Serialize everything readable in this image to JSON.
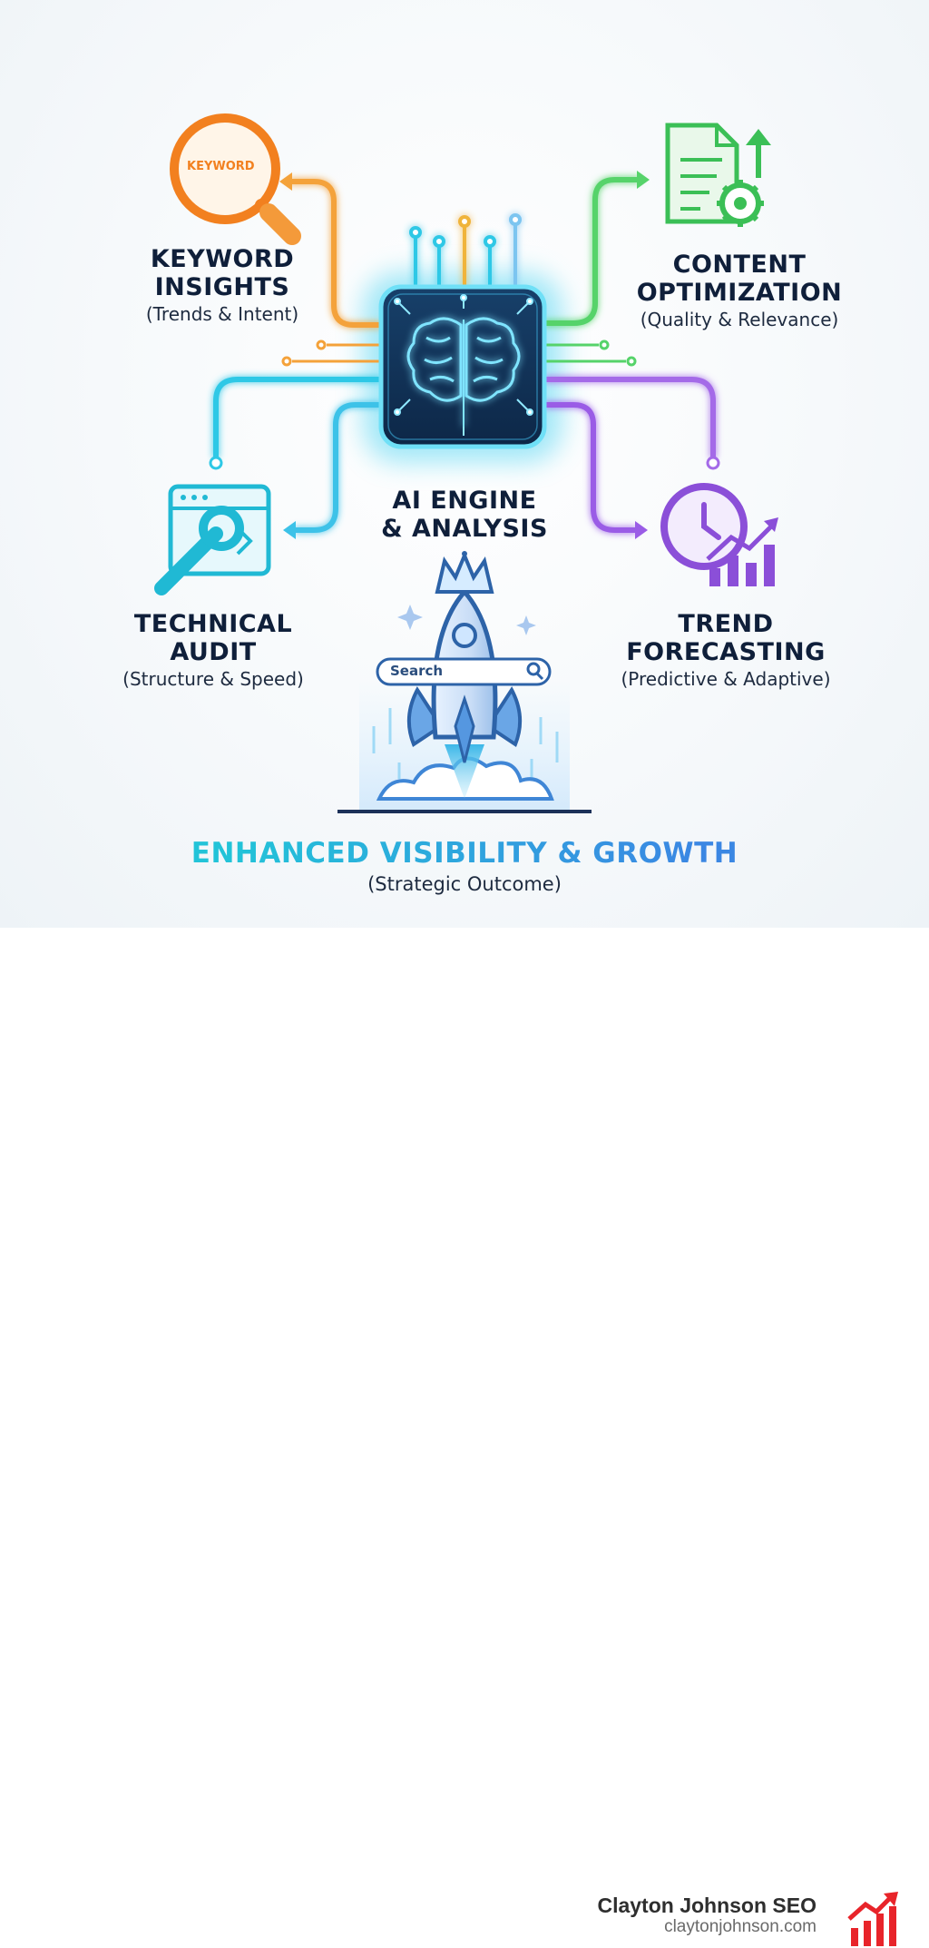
{
  "nodes": {
    "keyword": {
      "title_line1": "KEYWORD",
      "title_line2": "INSIGHTS",
      "subtitle": "(Trends & Intent)",
      "icon_text": "KEYWORD",
      "color": "#f2801f"
    },
    "content": {
      "title_line1": "CONTENT",
      "title_line2": "OPTIMIZATION",
      "subtitle": "(Quality & Relevance)",
      "color": "#3bbf56"
    },
    "technical": {
      "title_line1": "TECHNICAL",
      "title_line2": "AUDIT",
      "subtitle": "(Structure & Speed)",
      "color": "#20b9d4"
    },
    "trend": {
      "title_line1": "TREND",
      "title_line2": "FORECASTING",
      "subtitle": "(Predictive & Adaptive)",
      "color": "#8b4fd8"
    }
  },
  "center": {
    "title_line1": "AI ENGINE",
    "title_line2": "& ANALYSIS",
    "color": "#2ec8e6"
  },
  "rocket": {
    "search_text": "Search"
  },
  "outcome": {
    "title": "ENHANCED VISIBILITY & GROWTH",
    "subtitle": "(Strategic Outcome)"
  },
  "brand": {
    "name": "Clayton Johnson SEO",
    "url": "claytonjohnson.com",
    "accent": "#e8242a"
  }
}
